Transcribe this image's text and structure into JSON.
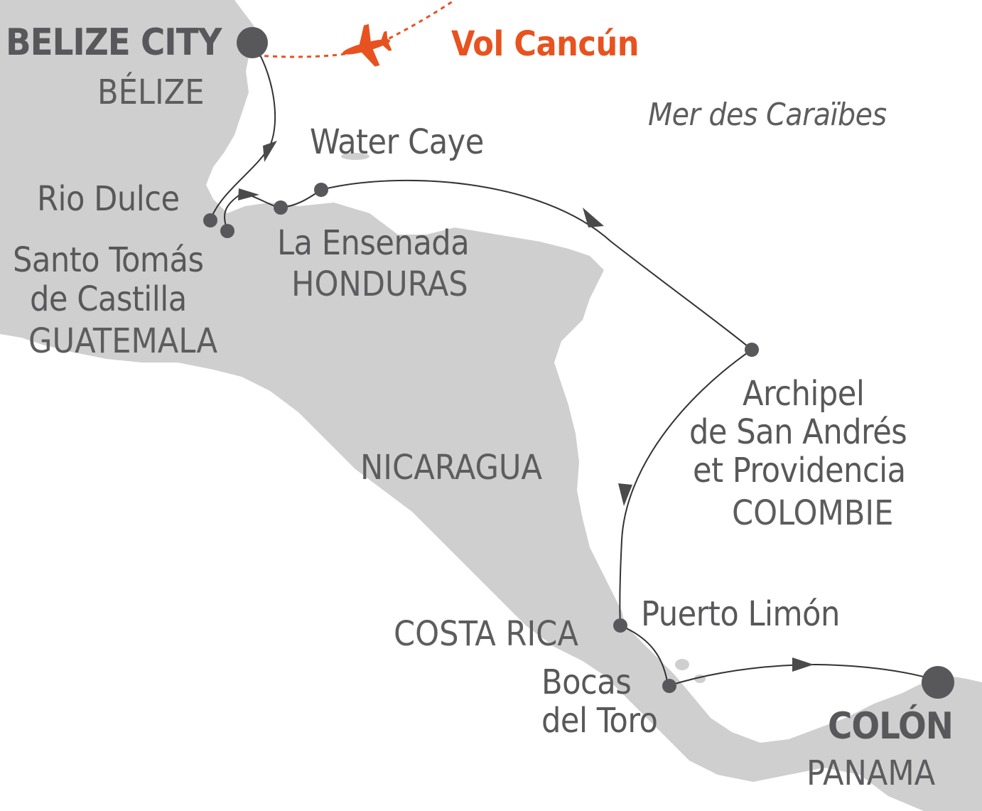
{
  "colors": {
    "land": "#cfcfcf",
    "sea": "#ffffff",
    "route": "#333333",
    "stop": "#58585a",
    "text": "#58585a",
    "flight": "#e8521f"
  },
  "sea_label": "Mer des Caraïbes",
  "flight": {
    "label": "Vol Cancún",
    "icon": "airplane-icon"
  },
  "ports": {
    "start": {
      "name": "BELIZE CITY",
      "country": "BÉLIZE"
    },
    "water_caye": {
      "name": "Water Caye"
    },
    "rio_dulce": {
      "name": "Rio Dulce"
    },
    "santo_tomas": {
      "line1": "Santo Tomás",
      "line2": "de Castilla",
      "country": "GUATEMALA"
    },
    "la_ensenada": {
      "name": "La Ensenada",
      "country": "HONDURAS"
    },
    "san_andres": {
      "line1": "Archipel",
      "line2": "de San Andrés",
      "line3": "et Providencia",
      "country": "COLOMBIE"
    },
    "puerto_limon": {
      "name": "Puerto Limón",
      "country": "COSTA RICA"
    },
    "bocas": {
      "line1": "Bocas",
      "line2": "del Toro"
    },
    "end": {
      "name": "COLÓN",
      "country": "PANAMA"
    }
  },
  "countries": {
    "nicaragua": "NICARAGUA"
  }
}
